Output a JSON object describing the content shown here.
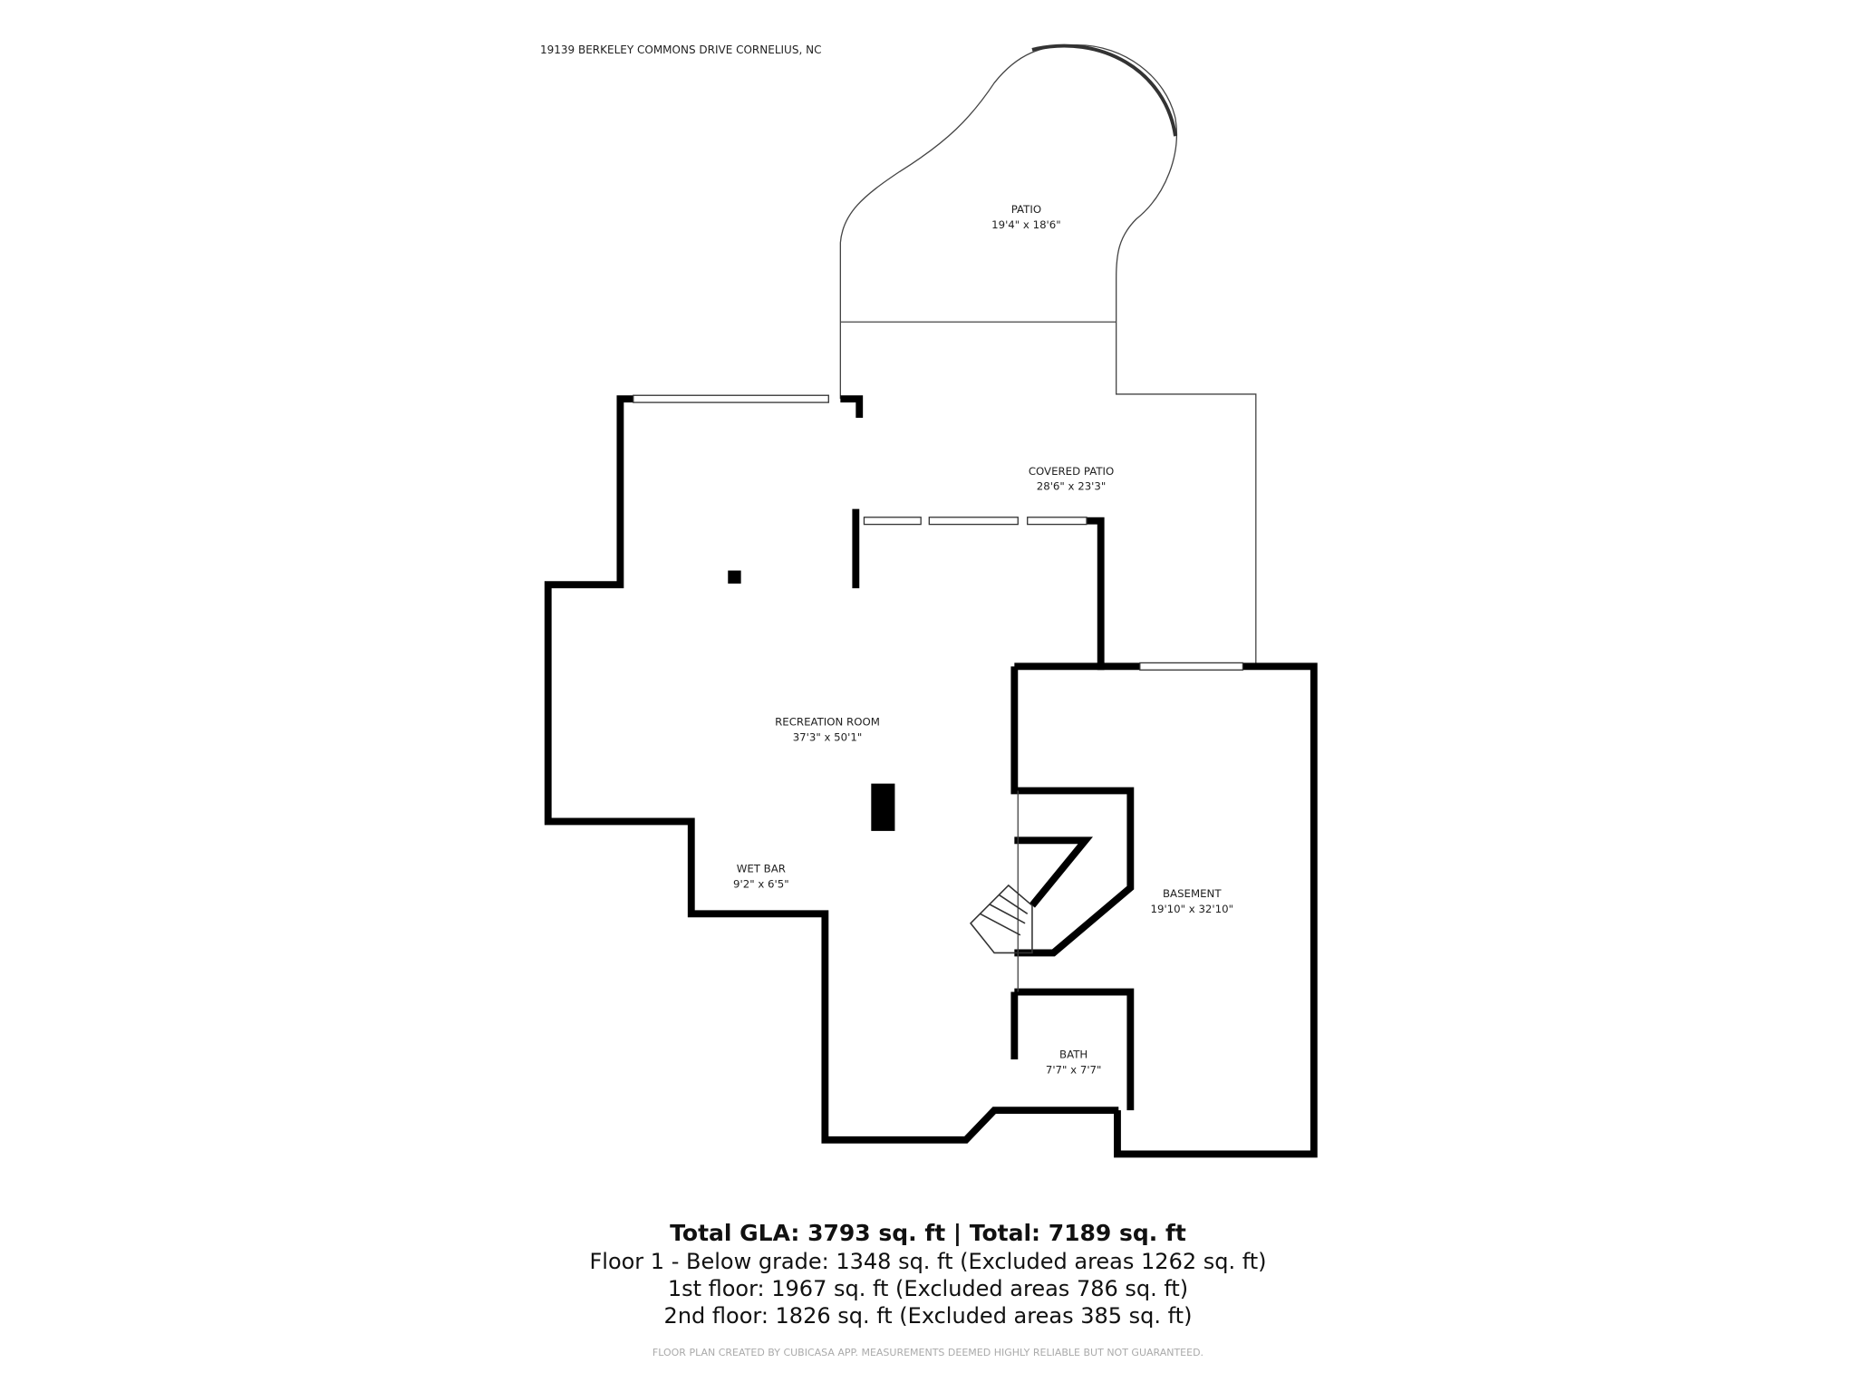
{
  "address": "19139 BERKELEY COMMONS DRIVE CORNELIUS, NC",
  "rooms": [
    {
      "name": "PATIO",
      "size": "19'4\" x 18'6\""
    },
    {
      "name": "COVERED PATIO",
      "size": "28'6\" x 23'3\""
    },
    {
      "name": "RECREATION ROOM",
      "size": "37'3\" x 50'1\""
    },
    {
      "name": "WET BAR",
      "size": "9'2\" x 6'5\""
    },
    {
      "name": "BASEMENT",
      "size": "19'10\" x 32'10\""
    },
    {
      "name": "BATH",
      "size": "7'7\" x 7'7\""
    }
  ],
  "summary": {
    "total": "Total GLA: 3793 sq. ft | Total: 7189 sq. ft",
    "floors": [
      "Floor 1 - Below grade: 1348 sq. ft (Excluded areas 1262 sq. ft)",
      "1st floor: 1967 sq. ft (Excluded areas 786 sq. ft)",
      "2nd floor: 1826 sq. ft (Excluded areas 385 sq. ft)"
    ],
    "credit": "FLOOR PLAN CREATED BY CUBICASA APP. MEASUREMENTS DEEMED HIGHLY RELIABLE BUT NOT GUARANTEED."
  }
}
